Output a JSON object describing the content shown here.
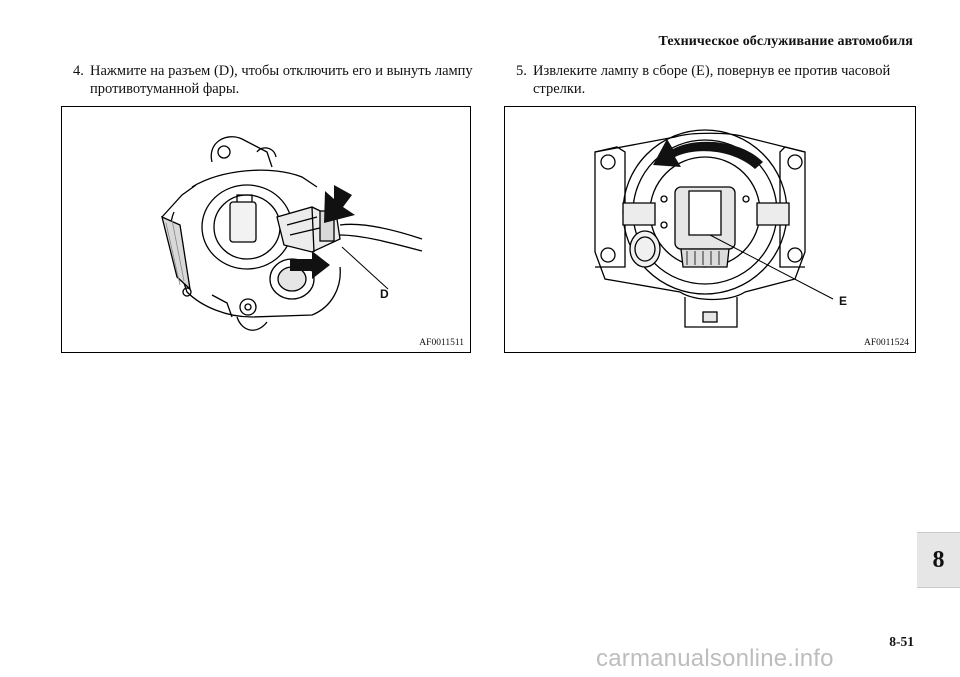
{
  "header": {
    "title": "Техническое обслуживание автомобиля"
  },
  "steps": [
    {
      "number": "4.",
      "text": "Нажмите на разъем (D), чтобы отключить его и вынуть лампу противотуманной фары."
    },
    {
      "number": "5.",
      "text": "Извлеките лампу в сборе (E), повернув ее против часовой стрелки."
    }
  ],
  "figures": [
    {
      "code": "AF0011511",
      "callout": "D"
    },
    {
      "code": "AF0011524",
      "callout": "E"
    }
  ],
  "chapter_tab": "8",
  "page_number": "8-51",
  "watermark": "carmanualsonline.info"
}
